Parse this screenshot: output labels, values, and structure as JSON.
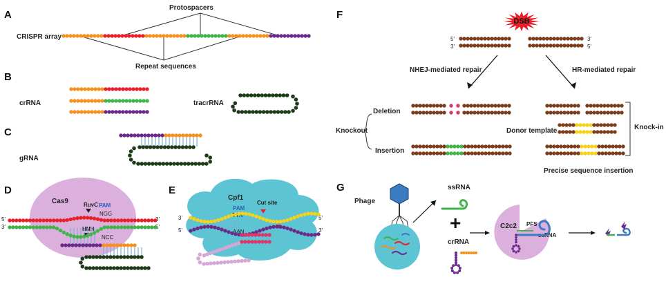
{
  "colors": {
    "orange": "#f5901e",
    "red": "#e8202a",
    "green": "#3fb449",
    "purple": "#6a2a8a",
    "dark": "#1f3a18",
    "brown": "#7b3d1c",
    "magenta": "#e0356a",
    "yellow": "#f5d21e",
    "pink_light": "#d4a8d6",
    "cyan": "#5dc6d6",
    "blue": "#3b7bbf"
  },
  "panels": {
    "A": {
      "letter": "A",
      "array_label": "CRISPR array",
      "top_label": "Protospacers",
      "bottom_label": "Repeat sequences"
    },
    "B": {
      "letter": "B",
      "crrna_label": "crRNA",
      "tracrrna_label": "tracrRNA"
    },
    "C": {
      "letter": "C",
      "grna_label": "gRNA"
    },
    "D": {
      "letter": "D",
      "protein_label": "Cas9",
      "ruvc_label": "RuvC",
      "pam_label": "PAM",
      "ngg_label": "NGG",
      "hnh_label": "HNH",
      "ncc_label": "NCC",
      "five_prime": "5'",
      "three_prime": "3'"
    },
    "E": {
      "letter": "E",
      "protein_label": "Cpf1",
      "pam_label": "PAM",
      "ttn_label": "TTN",
      "aan_label": "AAN",
      "cut_label": "Cut site",
      "five_prime": "5'",
      "three_prime": "3'"
    },
    "F": {
      "letter": "F",
      "dsb_label": "DSB",
      "nhej_label": "NHEJ-mediated repair",
      "hr_label": "HR-mediated repair",
      "deletion_label": "Deletion",
      "insertion_label": "Insertion",
      "knockout_label": "Knockout",
      "donor_label": "Donor template",
      "knockin_label": "Knock-in",
      "precise_label": "Precise sequence insertion",
      "five_prime": "5'",
      "three_prime": "3'"
    },
    "G": {
      "letter": "G",
      "phage_label": "Phage",
      "ssrna_label": "ssRNA",
      "crrna_label": "crRNA",
      "plus_sign": "+",
      "c2c2_label": "C2c2",
      "pfs_label": "PFS",
      "ssrna_small_label": "ssRNA"
    }
  }
}
